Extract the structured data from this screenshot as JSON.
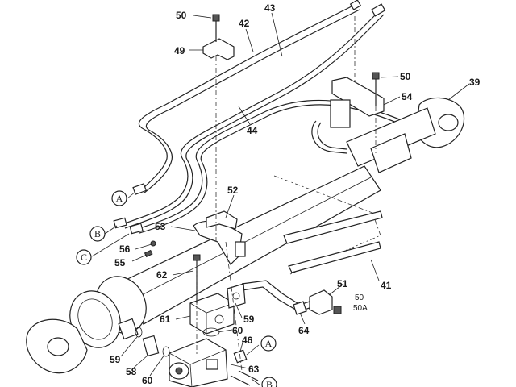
{
  "diagram": {
    "callouts": [
      {
        "id": "c50a",
        "text": "50"
      },
      {
        "id": "c43",
        "text": "43"
      },
      {
        "id": "c42",
        "text": "42"
      },
      {
        "id": "c49",
        "text": "49"
      },
      {
        "id": "c50b",
        "text": "50"
      },
      {
        "id": "c39",
        "text": "39"
      },
      {
        "id": "c54",
        "text": "54"
      },
      {
        "id": "c44",
        "text": "44"
      },
      {
        "id": "c52",
        "text": "52"
      },
      {
        "id": "c53",
        "text": "53"
      },
      {
        "id": "c56",
        "text": "56"
      },
      {
        "id": "c55",
        "text": "55"
      },
      {
        "id": "c62",
        "text": "62"
      },
      {
        "id": "c51",
        "text": "51"
      },
      {
        "id": "c50c",
        "text": "50"
      },
      {
        "id": "c50A",
        "text": "50A"
      },
      {
        "id": "c41",
        "text": "41"
      },
      {
        "id": "c61",
        "text": "61"
      },
      {
        "id": "c59a",
        "text": "59"
      },
      {
        "id": "c60a",
        "text": "60"
      },
      {
        "id": "c46",
        "text": "46"
      },
      {
        "id": "c64",
        "text": "64"
      },
      {
        "id": "c59b",
        "text": "59"
      },
      {
        "id": "c58",
        "text": "58"
      },
      {
        "id": "c60b",
        "text": "60"
      },
      {
        "id": "c63",
        "text": "63"
      }
    ],
    "circle_markers": [
      {
        "id": "mA1",
        "text": "A"
      },
      {
        "id": "mB1",
        "text": "B"
      },
      {
        "id": "mC1",
        "text": "C"
      },
      {
        "id": "mA2",
        "text": "A"
      },
      {
        "id": "mB2",
        "text": "B"
      }
    ]
  }
}
